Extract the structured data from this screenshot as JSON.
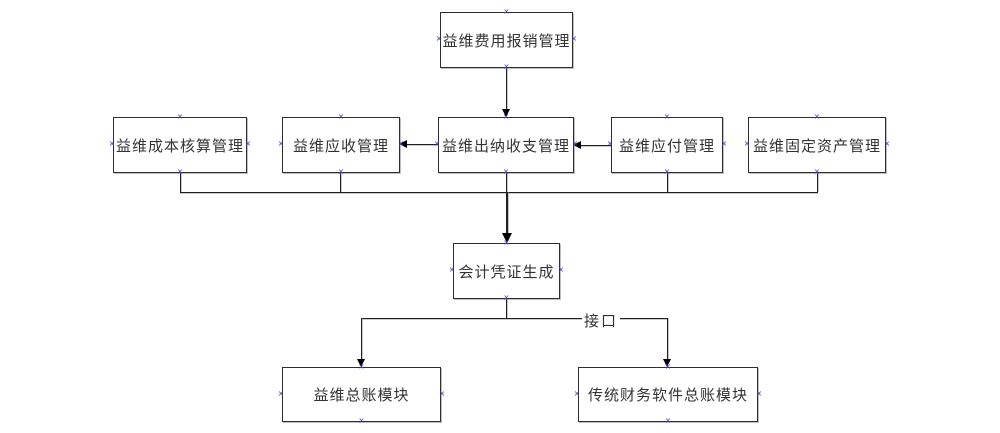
{
  "diagram": {
    "type": "flowchart",
    "nodes": {
      "expense": {
        "label": "益维费用报销管理"
      },
      "cost_accounting": {
        "label": "益维成本核算管理"
      },
      "receivables": {
        "label": "益维应收管理"
      },
      "cashier": {
        "label": "益维出纳收支管理"
      },
      "payables": {
        "label": "益维应付管理"
      },
      "fixed_assets": {
        "label": "益维固定资产管理"
      },
      "voucher": {
        "label": "会计凭证生成"
      },
      "yiwei_ledger": {
        "label": "益维总账模块"
      },
      "traditional_ledger": {
        "label": "传统财务软件总账模块"
      }
    },
    "edge_labels": {
      "interface": "接口"
    },
    "edges": [
      {
        "from": "expense",
        "to": "cashier",
        "arrow": "down"
      },
      {
        "from": "payables",
        "to": "cashier",
        "arrow": "left"
      },
      {
        "from": "cashier",
        "to": "receivables",
        "arrow": "left"
      },
      {
        "from": "cost_accounting",
        "to": "voucher",
        "via": "bus",
        "arrow": "down"
      },
      {
        "from": "receivables",
        "to": "voucher",
        "via": "bus",
        "arrow": "down"
      },
      {
        "from": "cashier",
        "to": "voucher",
        "via": "bus",
        "arrow": "down"
      },
      {
        "from": "payables",
        "to": "voucher",
        "via": "bus",
        "arrow": "down"
      },
      {
        "from": "fixed_assets",
        "to": "voucher",
        "via": "bus",
        "arrow": "down"
      },
      {
        "from": "voucher",
        "to": "yiwei_ledger",
        "label": "接口",
        "arrow": "down"
      },
      {
        "from": "voucher",
        "to": "traditional_ledger",
        "label": "接口",
        "arrow": "down"
      }
    ],
    "icons": {
      "selection_handle": "×"
    },
    "colors": {
      "background": "#ffffff",
      "box_border": "#2e2e2e",
      "box_fill": "#ffffff",
      "text": "#333333",
      "connector": "#1f1f1f",
      "selection_handle": "#3d3dd8"
    }
  }
}
